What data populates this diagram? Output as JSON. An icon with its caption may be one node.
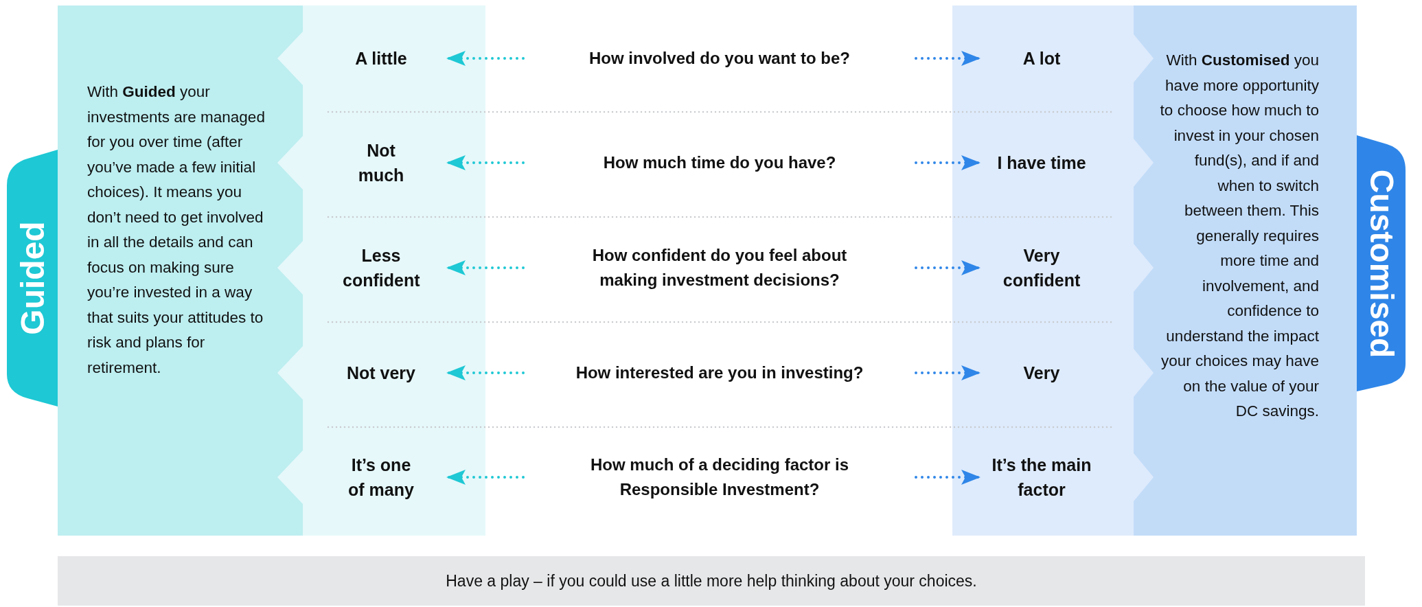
{
  "diagram": {
    "nodes": [
      {
        "text": [
          "Guided"
        ]
      },
      {
        "text": [
          "With **Guided** your investments are managed for you over time (after you’ve made a few initial choices). It means you don’t need to get involved in all the details and can focus on making sure you’re invested in a way that suits your attitudes to risk and plans for retirement."
        ]
      },
      {
        "text": [
          "A little"
        ]
      },
      {
        "text": [
          "How involved do you want to be?"
        ]
      },
      {
        "text": [
          "A lot"
        ]
      },
      {
        "text": [
          "Not much"
        ]
      },
      {
        "text": [
          "How much time do you have?"
        ]
      },
      {
        "text": [
          "I have time"
        ]
      },
      {
        "text": [
          "Less confident"
        ]
      },
      {
        "text": [
          "How confident do you feel about making investment decisions?"
        ]
      },
      {
        "text": [
          "Very confident"
        ]
      },
      {
        "text": [
          "Not very"
        ]
      },
      {
        "text": [
          "How interested are you in investing?"
        ]
      },
      {
        "text": [
          "Very"
        ]
      },
      {
        "text": [
          "It’s one of many"
        ]
      },
      {
        "text": [
          "How much of a deciding factor is Responsible Investment?"
        ]
      },
      {
        "text": [
          "It’s the main factor"
        ]
      },
      {
        "text": [
          "With **Customised** you have more opportunity to choose how much to invest in your chosen fund(s), and if and when to switch between them. This generally requires more time and involvement, and confidence to understand the impact your choices may have on the value of your DC savings."
        ]
      },
      {
        "text": [
          "Customised"
        ]
      },
      {
        "text": [
          "Have a play – if you could use a little more help thinking about your choices."
        ]
      }
    ],
    "edges": [
      {
        "from": 3,
        "to": 2,
        "arrow": "to",
        "color": "#1ec8d4"
      },
      {
        "from": 3,
        "to": 4,
        "arrow": "to",
        "color": "#2f86e8"
      },
      {
        "from": 6,
        "to": 5,
        "arrow": "to",
        "color": "#1ec8d4"
      },
      {
        "from": 6,
        "to": 7,
        "arrow": "to",
        "color": "#2f86e8"
      },
      {
        "from": 9,
        "to": 8,
        "arrow": "to",
        "color": "#1ec8d4"
      },
      {
        "from": 9,
        "to": 10,
        "arrow": "to",
        "color": "#2f86e8"
      },
      {
        "from": 12,
        "to": 11,
        "arrow": "to",
        "color": "#1ec8d4"
      },
      {
        "from": 12,
        "to": 13,
        "arrow": "to",
        "color": "#2f86e8"
      },
      {
        "from": 15,
        "to": 14,
        "arrow": "to",
        "color": "#1ec8d4"
      },
      {
        "from": 15,
        "to": 16,
        "arrow": "to",
        "color": "#2f86e8"
      }
    ]
  }
}
